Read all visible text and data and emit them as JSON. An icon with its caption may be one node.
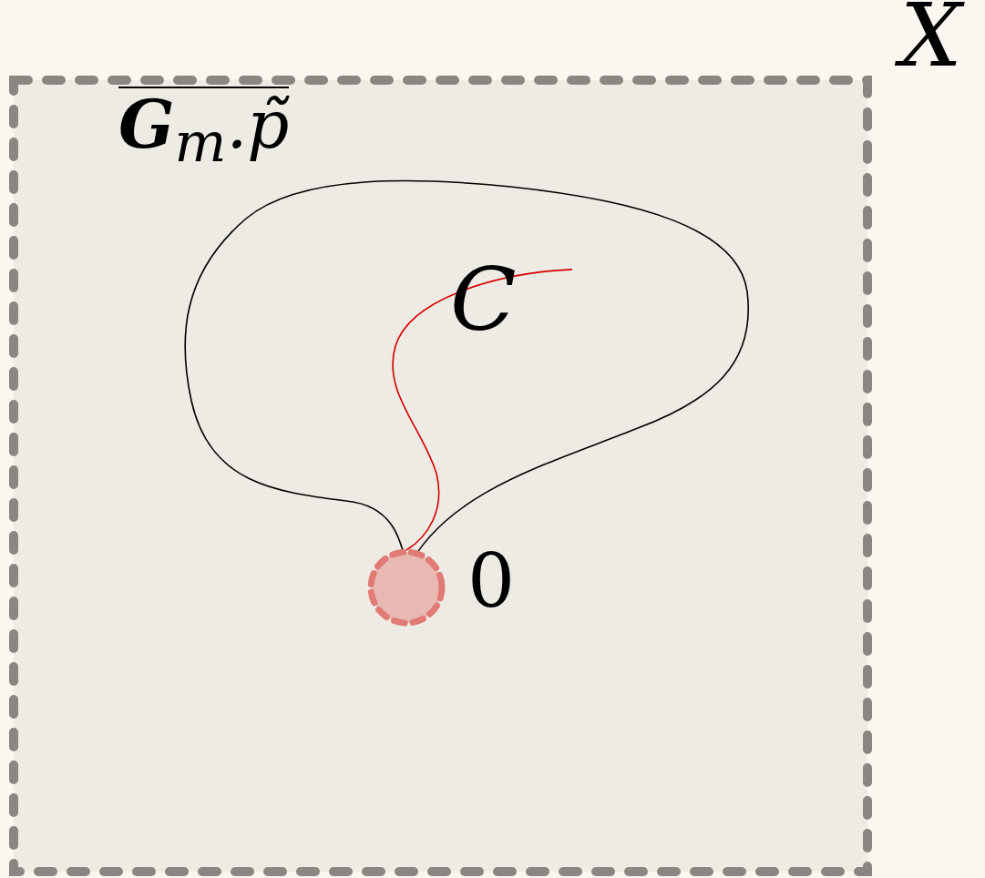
{
  "diagram": {
    "nodes": [
      {
        "text": [
          "X"
        ]
      },
      {
        "text": [
          "**G**$_{m}$.p̃"
        ],
        "in": 0
      },
      {
        "text": [],
        "shape": "circle",
        "in": 0,
        "beside": [
          "0"
        ]
      }
    ],
    "edges": [
      {
        "from": 2,
        "to": 1,
        "arrow": "none",
        "label": "C",
        "color": "#d40000"
      }
    ]
  }
}
